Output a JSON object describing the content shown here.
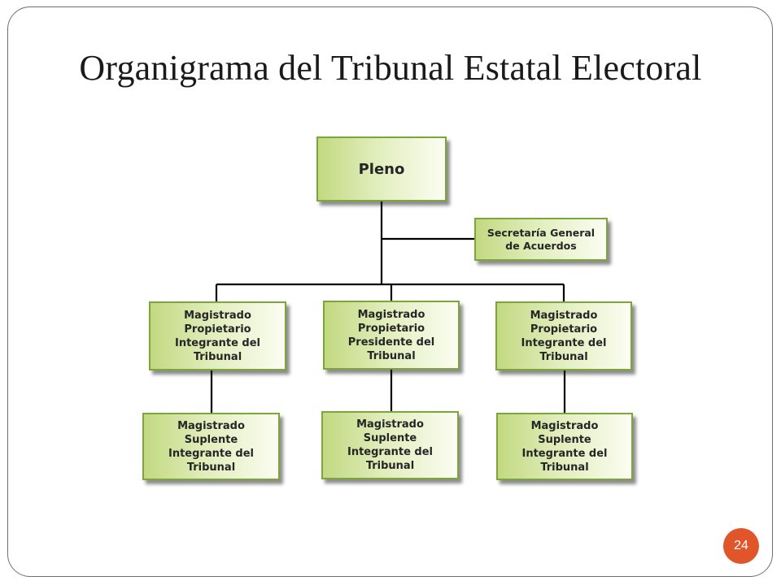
{
  "slide": {
    "title": "Organigrama del Tribunal Estatal Electoral",
    "page_number": "24"
  },
  "org_chart": {
    "root": {
      "label": "Pleno"
    },
    "staff": {
      "label": "Secretaría General\nde Acuerdos"
    },
    "magistrates": [
      {
        "label": "Magistrado\nPropietario\nIntegrante del\nTribunal"
      },
      {
        "label": "Magistrado\nPropietario\nPresidente del\nTribunal"
      },
      {
        "label": "Magistrado\nPropietario\nIntegrante del\nTribunal"
      }
    ],
    "substitutes": [
      {
        "label": "Magistrado\nSuplente\nIntegrante del\nTribunal"
      },
      {
        "label": "Magistrado\nSuplente\nIntegrante del\nTribunal"
      },
      {
        "label": "Magistrado\nSuplente\nIntegrante del\nTribunal"
      }
    ]
  },
  "colors": {
    "node_border": "#7da63a",
    "node_fill_start": "#c2d981",
    "node_fill_end": "#fbfdf2",
    "page_badge": "#e0562a"
  }
}
